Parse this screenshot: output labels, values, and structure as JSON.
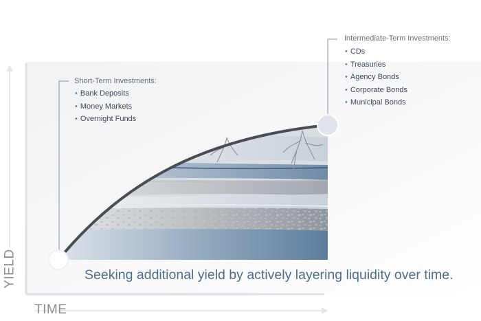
{
  "axes": {
    "x_label": "TIME",
    "y_label": "YIELD"
  },
  "short_term": {
    "title": "Short-Term Investments:",
    "items": [
      "Bank Deposits",
      "Money Markets",
      "Overnight Funds"
    ]
  },
  "intermediate_term": {
    "title": "Intermediate-Term Investments:",
    "items": [
      "CDs",
      "Treasuries",
      "Agency Bonds",
      "Corporate Bonds",
      "Municipal Bonds"
    ]
  },
  "caption": "Seeking additional yield by actively layering liquidity over time.",
  "colors": {
    "caption_text": "#4f6d8d",
    "layer_blue": "#5f7f9e",
    "layer_grey": "#8e949b",
    "marker_fill": "#dfe5ea",
    "axis": "#dcdfe3"
  }
}
